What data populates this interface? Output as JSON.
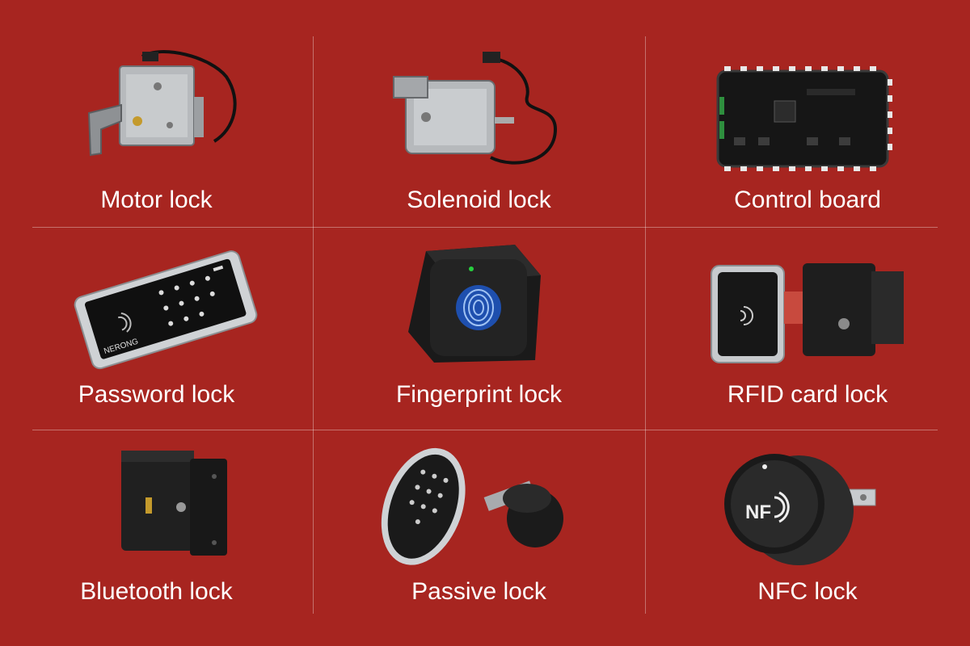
{
  "background_color": "#a72520",
  "items": [
    {
      "label": "Motor lock",
      "icon": "motor-lock-icon"
    },
    {
      "label": "Solenoid lock",
      "icon": "solenoid-lock-icon"
    },
    {
      "label": "Control board",
      "icon": "control-board-icon"
    },
    {
      "label": "Password lock",
      "icon": "password-lock-icon"
    },
    {
      "label": "Fingerprint lock",
      "icon": "fingerprint-lock-icon"
    },
    {
      "label": "RFID card lock",
      "icon": "rfid-card-lock-icon"
    },
    {
      "label": "Bluetooth lock",
      "icon": "bluetooth-lock-icon"
    },
    {
      "label": "Passive lock",
      "icon": "passive-lock-icon"
    },
    {
      "label": "NFC lock",
      "icon": "nfc-lock-icon"
    }
  ],
  "product_marks": {
    "keypad_brand": "NERONG",
    "nfc_badge": "NF"
  }
}
